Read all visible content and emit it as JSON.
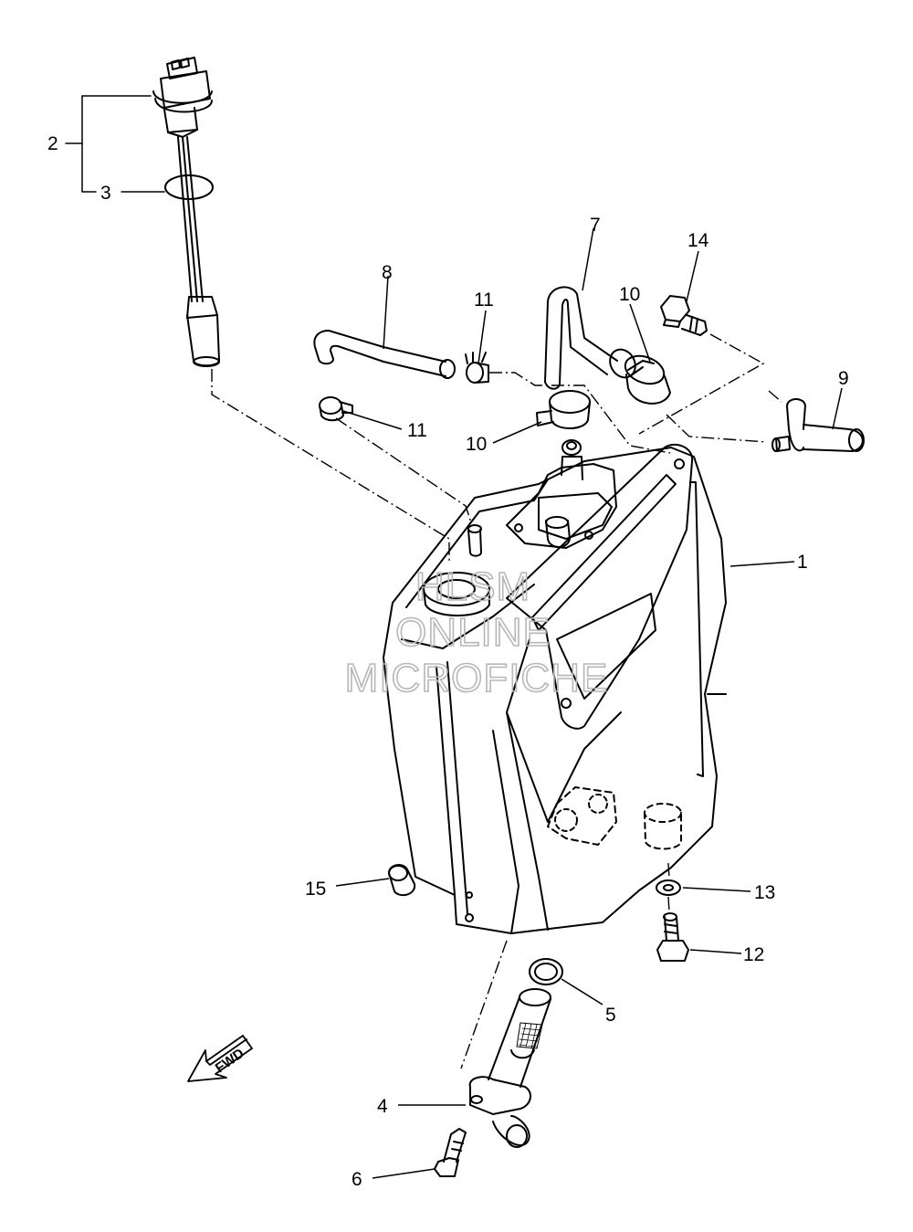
{
  "callouts": [
    "1",
    "2",
    "3",
    "4",
    "5",
    "6",
    "7",
    "8",
    "9",
    "10",
    "10",
    "11",
    "11",
    "12",
    "13",
    "14",
    "15"
  ],
  "watermark": {
    "line1": "HLSM",
    "line2": "ONLINE",
    "line3": "MICROFICHE"
  },
  "fwd_label": "FWD"
}
